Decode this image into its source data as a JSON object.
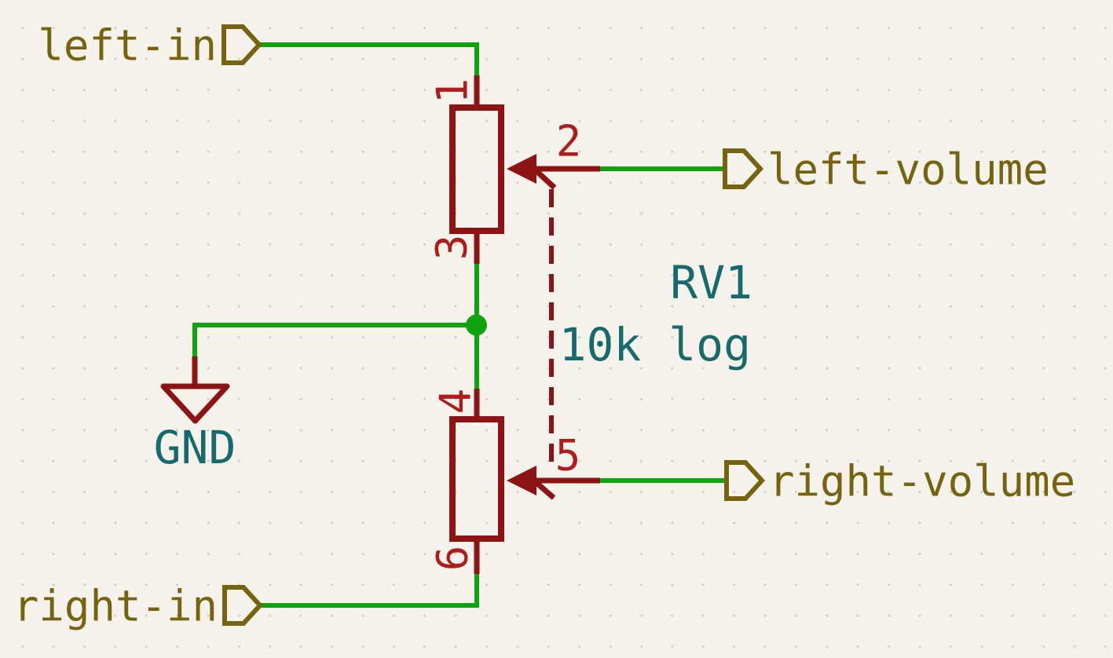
{
  "colors": {
    "background": "#f4f2eb",
    "wire_green": "#0fa30f",
    "symbol_body_dark_red": "#8c1414",
    "pin_number_red": "#ae1c1c",
    "hierarchical_label_olive": "#75630f",
    "field_text_teal": "#166a6c"
  },
  "component": {
    "reference": "RV1",
    "value": "10k log",
    "pins": {
      "n1": "1",
      "n2": "2",
      "n3": "3",
      "n4": "4",
      "n5": "5",
      "n6": "6"
    }
  },
  "hierarchical_labels": {
    "left_in": "left-in",
    "left_volume": "left-volume",
    "right_in": "right-in",
    "right_volume": "right-volume"
  },
  "power_symbols": {
    "gnd": "GND"
  }
}
